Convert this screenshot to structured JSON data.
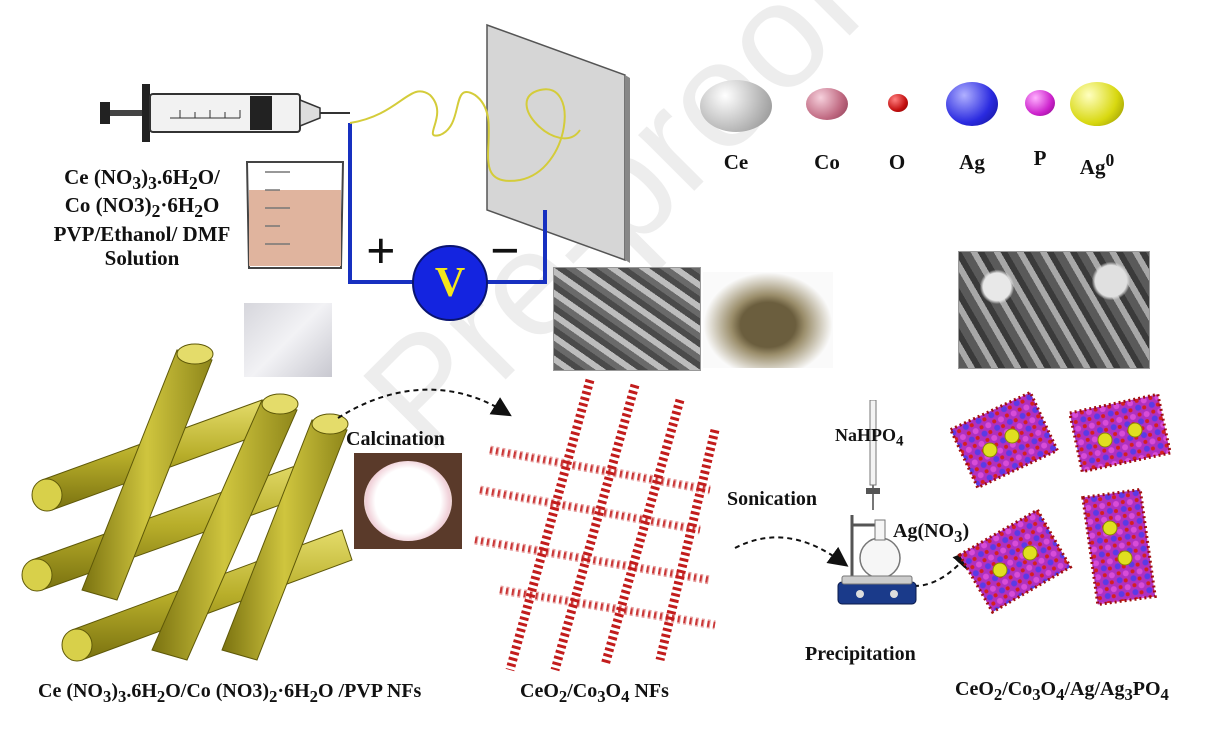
{
  "setup": {
    "solution_lines": [
      "Ce (NO3)3.6H2O/",
      "Co (NO3)2·6H2O",
      "PVP/Ethanol/ DMF",
      "Solution"
    ],
    "voltmeter": "V",
    "plus": "+",
    "minus": "−"
  },
  "legend": [
    {
      "label": "Ce",
      "color": "#d9d9d9"
    },
    {
      "label": "Co",
      "color": "#d88aa0"
    },
    {
      "label": "O",
      "color": "#d42020"
    },
    {
      "label": "Ag",
      "color": "#3a3ae6"
    },
    {
      "label": "P",
      "color": "#d82cd8"
    },
    {
      "label": "Ag0",
      "color": "#e0e020"
    }
  ],
  "steps": {
    "calcination": "Calcination",
    "sonication": "Sonication",
    "precipitation": "Precipitation",
    "reagent_top": "NaHPO4",
    "reagent_flask": "Ag(NO3)"
  },
  "products": {
    "pvp_nfs": "Ce (NO3)3.6H2O/Co (NO3)2·6H2O /PVP NFs",
    "ceo2_co3o4": "CeO2/Co3O4 NFs",
    "final": "CeO2/Co3O4/Ag/Ag3PO4"
  },
  "watermark": "Pre-proof"
}
